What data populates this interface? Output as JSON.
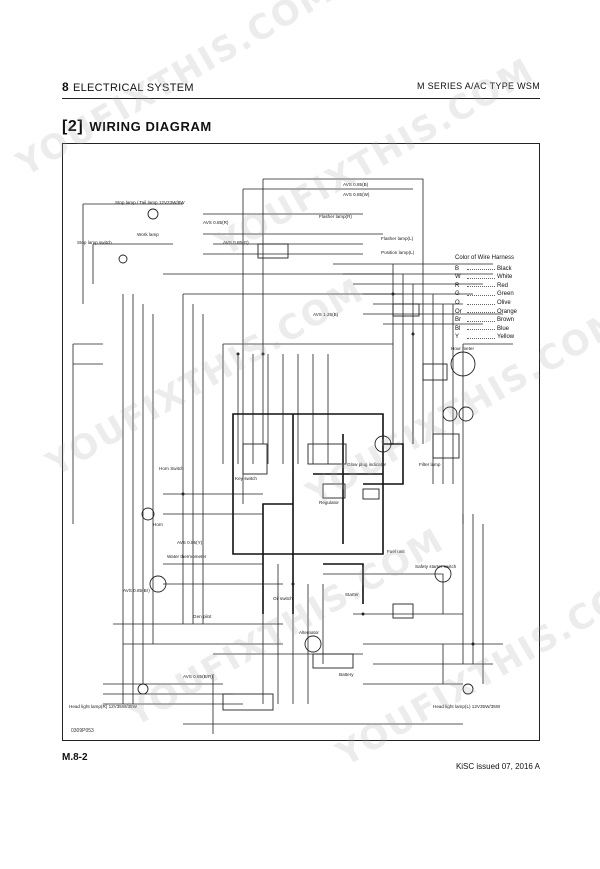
{
  "header": {
    "section_number": "8",
    "section_name": "ELECTRICAL SYSTEM",
    "manual_name": "M SERIES A/AC TYPE WSM"
  },
  "section": {
    "number": "[2]",
    "title": "WIRING DIAGRAM"
  },
  "legend": {
    "title": "Color of Wire Harness",
    "entries": [
      {
        "code": "B",
        "color": "Black"
      },
      {
        "code": "W",
        "color": "White"
      },
      {
        "code": "R",
        "color": "Red"
      },
      {
        "code": "G",
        "color": "Green"
      },
      {
        "code": "O",
        "color": "Olive"
      },
      {
        "code": "Or",
        "color": "Orange"
      },
      {
        "code": "Br",
        "color": "Brown"
      },
      {
        "code": "Bl",
        "color": "Blue"
      },
      {
        "code": "Y",
        "color": "Yellow"
      }
    ]
  },
  "labels": {
    "stop_tail_lamp": "Stop lamp / Tail lamp 12V23W/8W",
    "stop_lamp_switch": "Stop lamp switch",
    "flasher_lamp_r": "Flasher lamp(R)",
    "flasher_lamp_l": "Flasher lamp(L)",
    "position_lamp_l": "Position lamp(L)",
    "work_lamp": "Work lamp",
    "hour_meter": "Hour meter",
    "horn_switch": "Horn Switch",
    "horn": "Horn",
    "water_thermometer": "Water thermometer",
    "key_switch": "Key switch",
    "regulator": "Regulator",
    "glow_plug": "Glow plug indicator",
    "fuel_unit": "Fuel unit",
    "safety_starter_switch": "Safety starter switch",
    "starter": "Starter",
    "alternator": "Alternator",
    "battery": "Battery",
    "head_light_r": "Head light lamp(R) 12V35W/35W",
    "head_light_l": "Head light lamp(L) 12V35W/35W",
    "filter_lamp": "Filter lamp",
    "oil_switch": "Oil switch",
    "gen_pilot": "Gen pilot",
    "wire_avs": "AVS 0.85(B)",
    "wire_avs2": "AVS 0.85(W)",
    "wire_avs3": "AVS 0.85(R)",
    "wire_avs4": "AVS 0.85(G)",
    "wire_avs5": "AVS 1.25(B)",
    "wire_avs6": "AVS 0.85(Y)",
    "wire_avs7": "AVS 0.85(Br)",
    "wire_avs8": "AVS 0.85(B/R)"
  },
  "figure_code": "0309P053",
  "footer": {
    "page": "M.8-2",
    "issue": "KiSC issued 07, 2016 A"
  },
  "watermark": "YOUFIXTHIS.COM",
  "colors": {
    "ink": "#111111",
    "line": "#222222",
    "watermark": "#aaaaaa"
  }
}
